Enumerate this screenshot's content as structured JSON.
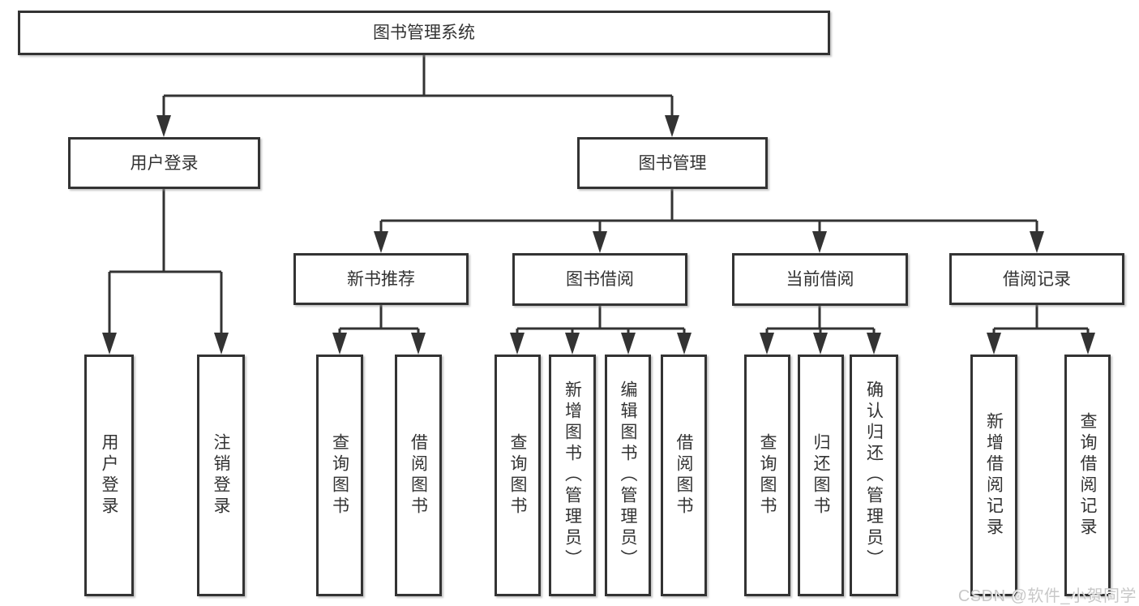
{
  "tree": {
    "label": "图书管理系统",
    "children": [
      {
        "label": "用户登录",
        "children": [
          {
            "label": "用户登录"
          },
          {
            "label": "注销登录"
          }
        ]
      },
      {
        "label": "图书管理",
        "children": [
          {
            "label": "新书推荐",
            "children": [
              {
                "label": "查询图书"
              },
              {
                "label": "借阅图书"
              }
            ]
          },
          {
            "label": "图书借阅",
            "children": [
              {
                "label": "查询图书"
              },
              {
                "label": "新增图书（管理员）"
              },
              {
                "label": "编辑图书（管理员）"
              },
              {
                "label": "借阅图书"
              }
            ]
          },
          {
            "label": "当前借阅",
            "children": [
              {
                "label": "查询图书"
              },
              {
                "label": "归还图书"
              },
              {
                "label": "确认归还（管理员）"
              }
            ]
          },
          {
            "label": "借阅记录",
            "children": [
              {
                "label": "新增借阅记录"
              },
              {
                "label": "查询借阅记录"
              }
            ]
          }
        ]
      }
    ]
  },
  "watermark": {
    "text": "CSDN @软件_小贺同学"
  },
  "colors": {
    "line": "#333333",
    "box_border": "#333333",
    "box_fill": "#ffffff",
    "text": "#333333",
    "watermark": "#c8c8c8"
  }
}
